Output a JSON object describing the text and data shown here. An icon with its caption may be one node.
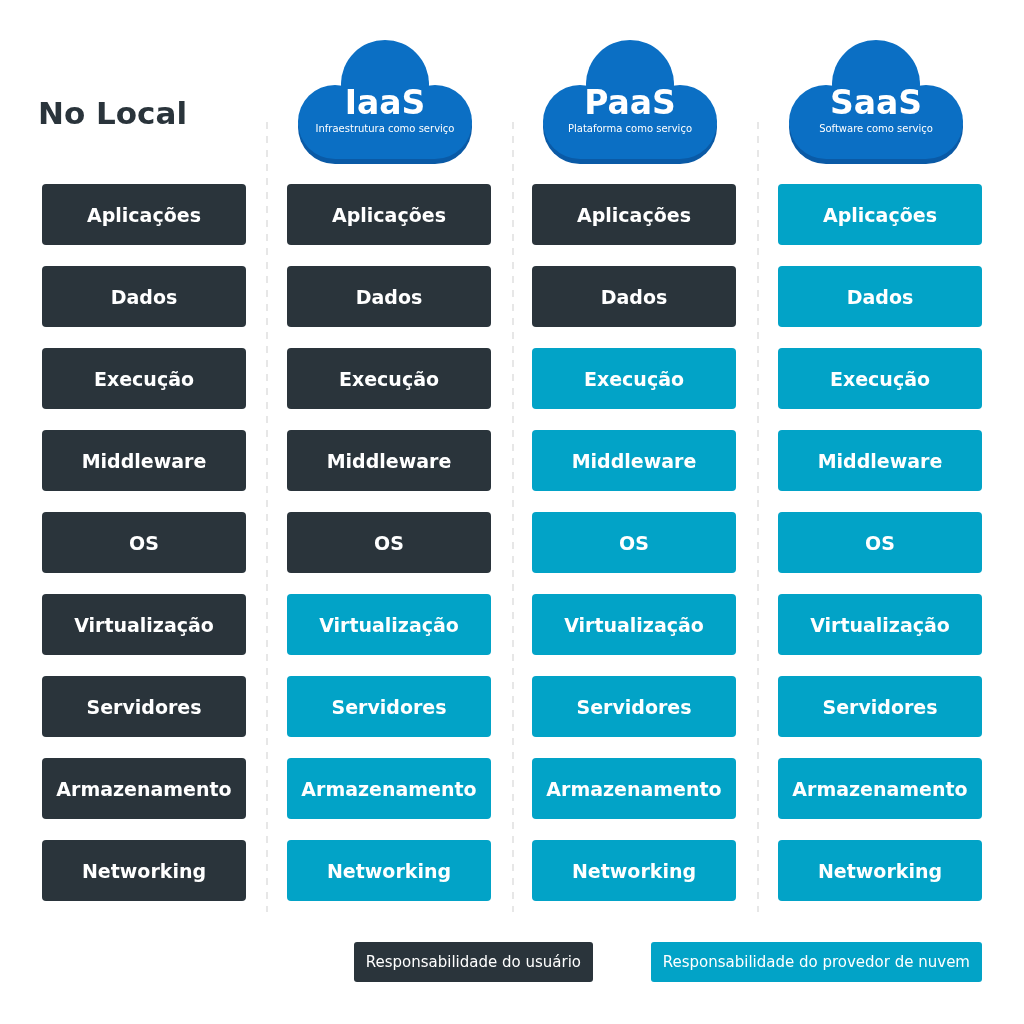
{
  "diagram": {
    "nodes": [
      {
        "text": [
          "IaaS",
          "Infraestrutura como serviço"
        ]
      },
      {
        "text": [
          "PaaS",
          "Plataforma como serviço"
        ]
      },
      {
        "text": [
          "SaaS",
          "Software como serviço"
        ]
      },
      {
        "text": [
          "Aplicações"
        ]
      },
      {
        "text": [
          "Aplicações"
        ]
      },
      {
        "text": [
          "Aplicações"
        ]
      },
      {
        "text": [
          "Aplicações"
        ]
      },
      {
        "text": [
          "Dados"
        ]
      },
      {
        "text": [
          "Dados"
        ]
      },
      {
        "text": [
          "Dados"
        ]
      },
      {
        "text": [
          "Dados"
        ]
      },
      {
        "text": [
          "Execução"
        ]
      },
      {
        "text": [
          "Execução"
        ]
      },
      {
        "text": [
          "Execução"
        ]
      },
      {
        "text": [
          "Execução"
        ]
      },
      {
        "text": [
          "Middleware"
        ]
      },
      {
        "text": [
          "Middleware"
        ]
      },
      {
        "text": [
          "Middleware"
        ]
      },
      {
        "text": [
          "Middleware"
        ]
      },
      {
        "text": [
          "OS"
        ]
      },
      {
        "text": [
          "OS"
        ]
      },
      {
        "text": [
          "OS"
        ]
      },
      {
        "text": [
          "OS"
        ]
      },
      {
        "text": [
          "Virtualização"
        ]
      },
      {
        "text": [
          "Virtualização"
        ]
      },
      {
        "text": [
          "Virtualização"
        ]
      },
      {
        "text": [
          "Virtualização"
        ]
      },
      {
        "text": [
          "Servidores"
        ]
      },
      {
        "text": [
          "Servidores"
        ]
      },
      {
        "text": [
          "Servidores"
        ]
      },
      {
        "text": [
          "Servidores"
        ]
      },
      {
        "text": [
          "Armazenamento"
        ]
      },
      {
        "text": [
          "Armazenamento"
        ]
      },
      {
        "text": [
          "Armazenamento"
        ]
      },
      {
        "text": [
          "Armazenamento"
        ]
      },
      {
        "text": [
          "Networking"
        ]
      },
      {
        "text": [
          "Networking"
        ]
      },
      {
        "text": [
          "Networking"
        ]
      },
      {
        "text": [
          "Networking"
        ]
      }
    ],
    "labels": [
      "No Local"
    ],
    "legend": [
      {
        "text": "Responsabilidade do usuário",
        "color": "#2a343b"
      },
      {
        "text": "Responsabilidade do provedor de nuvem",
        "color": "#02a3c7"
      }
    ]
  }
}
